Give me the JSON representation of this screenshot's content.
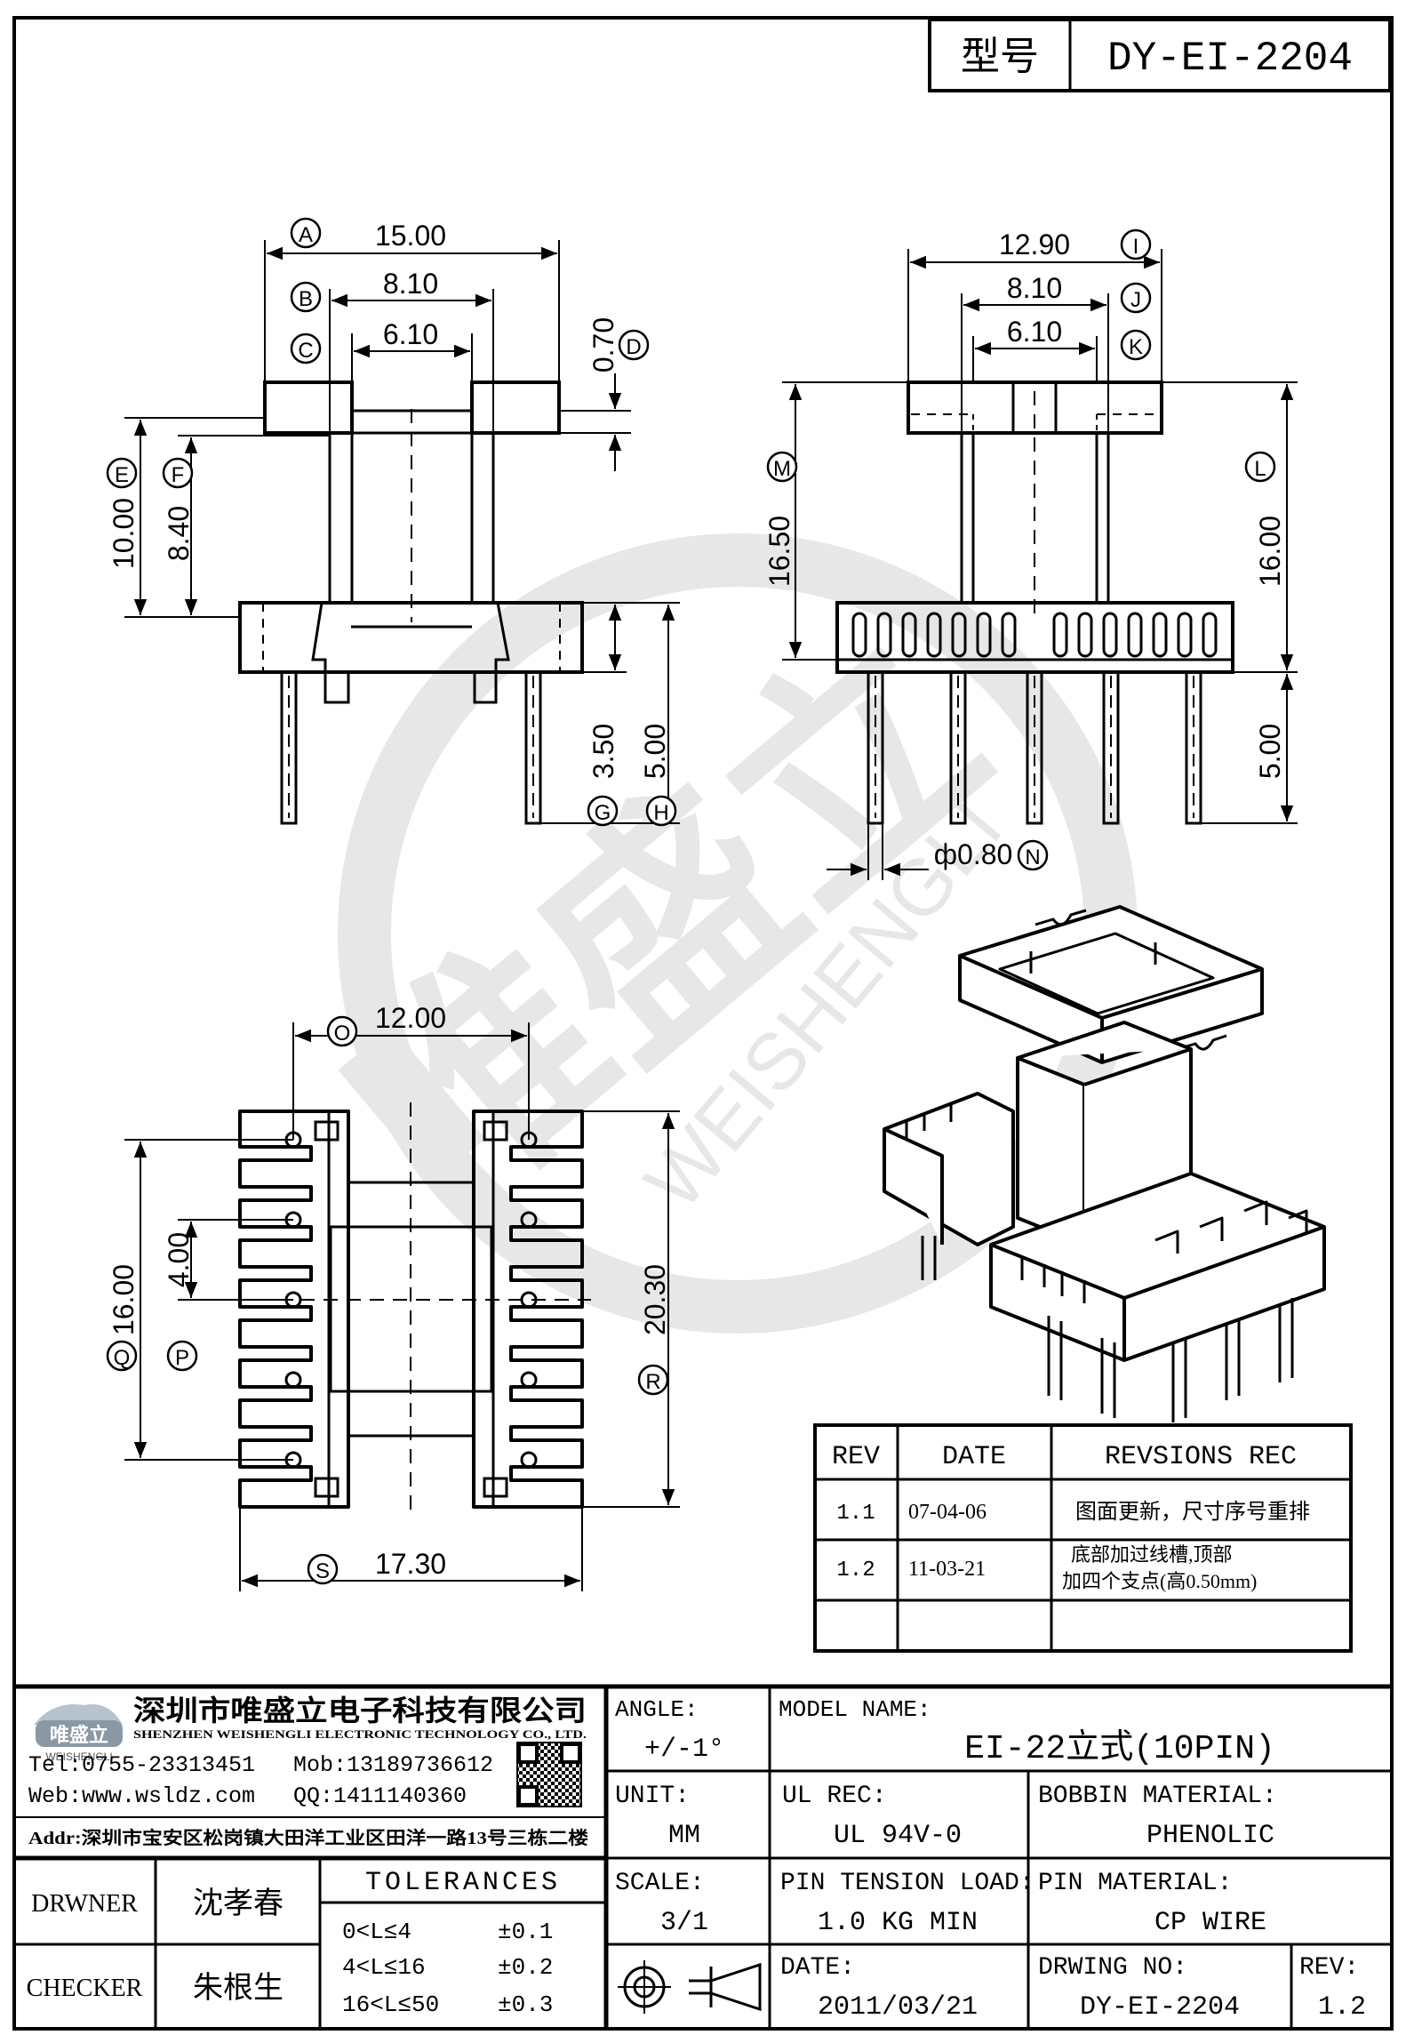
{
  "type_label": "型号",
  "type_value": "DY-EI-2204",
  "front_view": {
    "dim_a": "15.00",
    "dim_b": "8.10",
    "dim_c": "6.10",
    "dim_d": "0.70",
    "dim_e": "10.00",
    "dim_f": "8.40",
    "dim_g": "3.50",
    "dim_h": "5.00",
    "lbl_a": "A",
    "lbl_b": "B",
    "lbl_c": "C",
    "lbl_d": "D",
    "lbl_e": "E",
    "lbl_f": "F",
    "lbl_g": "G",
    "lbl_h": "H"
  },
  "side_view": {
    "dim_i": "12.90",
    "dim_j": "8.10",
    "dim_k": "6.10",
    "dim_l": "16.00",
    "dim_m": "16.50",
    "dim_pin_len": "5.00",
    "dim_n": "ф0.80",
    "lbl_i": "I",
    "lbl_j": "J",
    "lbl_k": "K",
    "lbl_l": "L",
    "lbl_m": "M",
    "lbl_n": "N"
  },
  "bottom_view": {
    "dim_o": "12.00",
    "dim_p": "4.00",
    "dim_q": "16.00",
    "dim_r": "20.30",
    "dim_s": "17.30",
    "lbl_o": "O",
    "lbl_p": "P",
    "lbl_q": "Q",
    "lbl_r": "R",
    "lbl_s": "S"
  },
  "watermark": {
    "cn": "唯盛立",
    "en": "WEISHENGLI"
  },
  "revisions": {
    "headers": [
      "REV",
      "DATE",
      "REVSIONS REC"
    ],
    "rows": [
      {
        "rev": "1.1",
        "date": "07-04-06",
        "rec1": "图面更新，尺寸序号重排",
        "rec2": ""
      },
      {
        "rev": "1.2",
        "date": "11-03-21",
        "rec1": "底部加过线槽,顶部",
        "rec2": "加四个支点(高0.50mm)"
      },
      {
        "rev": "",
        "date": "",
        "rec1": "",
        "rec2": ""
      }
    ]
  },
  "company": {
    "logo_cn": "唯盛立",
    "logo_en": "WEISHENGLI",
    "name_cn": "深圳市唯盛立电子科技有限公司",
    "name_en": "SHENZHEN WEISHENGLI ELECTRONIC TECHNOLOGY CO., LTD.",
    "tel": "Tel:0755-23313451",
    "mob": "Mob:13189736612",
    "web": "Web:www.wsldz.com",
    "qq": "QQ:1411140360",
    "addr": "Addr:深圳市宝安区松岗镇大田洋工业区田洋一路13号三栋二楼"
  },
  "title_block": {
    "angle_label": "ANGLE:",
    "angle_value": "+/-1°",
    "model_label": "MODEL NAME:",
    "model_value": "EI-22立式(10PIN)",
    "unit_label": "UNIT:",
    "unit_value": "MM",
    "ul_label": "UL REC:",
    "ul_value": "UL 94V-0",
    "bobbin_label": "BOBBIN MATERIAL:",
    "bobbin_value": "PHENOLIC",
    "scale_label": "SCALE:",
    "scale_value": "3/1",
    "pin_tension_label": "PIN TENSION LOAD:",
    "pin_tension_value": "1.0 KG MIN",
    "pin_material_label": "PIN MATERIAL:",
    "pin_material_value": "CP WIRE",
    "date_label": "DATE:",
    "date_value": "2011/03/21",
    "drawing_no_label": "DRWING NO:",
    "drawing_no_value": "DY-EI-2204",
    "rev_label": "REV:",
    "rev_value": "1.2",
    "drawer_label": "DRWNER",
    "drawer_name": "沈孝春",
    "checker_label": "CHECKER",
    "checker_name": "朱根生",
    "tolerances_label": "TOLERANCES",
    "tolerances": [
      {
        "range": "0<L≤4",
        "value": "±0.1"
      },
      {
        "range": "4<L≤16",
        "value": "±0.2"
      },
      {
        "range": "16<L≤50",
        "value": "±0.3"
      }
    ]
  }
}
